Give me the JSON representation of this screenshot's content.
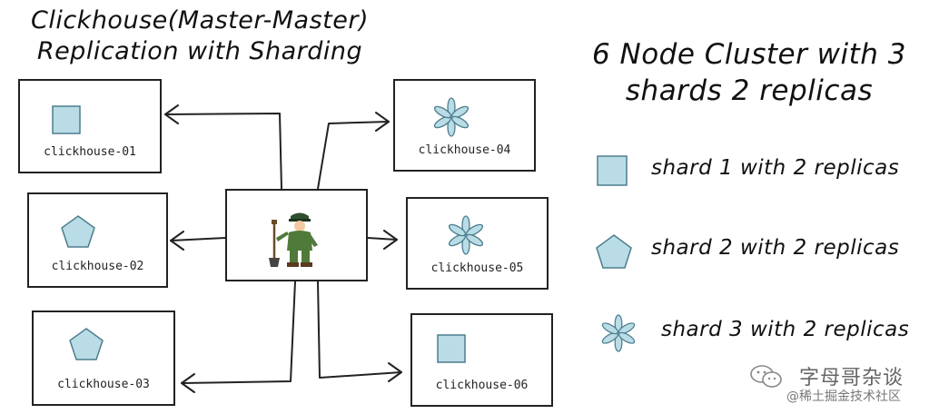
{
  "title": {
    "line1": "Clickhouse(Master-Master)",
    "line2": "Replication with Sharding"
  },
  "cluster": {
    "line1": "6 Node Cluster with 3",
    "line2": "shards 2 replicas"
  },
  "nodes": [
    {
      "label": "clickhouse-01",
      "shape": "square-icon"
    },
    {
      "label": "clickhouse-02",
      "shape": "pentagon-icon"
    },
    {
      "label": "clickhouse-03",
      "shape": "pentagon-icon"
    },
    {
      "label": "clickhouse-04",
      "shape": "asterisk-icon"
    },
    {
      "label": "clickhouse-05",
      "shape": "asterisk-icon"
    },
    {
      "label": "clickhouse-06",
      "shape": "square-icon"
    }
  ],
  "legend": [
    {
      "text": "shard 1 with 2 replicas",
      "shape": "square-icon"
    },
    {
      "text": "shard 2 with 2 replicas",
      "shape": "pentagon-icon"
    },
    {
      "text": "shard 3 with 2 replicas",
      "shape": "asterisk-icon"
    }
  ],
  "coordinator": {
    "icon": "worker-with-shovel-icon"
  },
  "colors": {
    "shape_fill": "#b9dce6",
    "shape_stroke": "#4d7d8e",
    "line": "#222222"
  },
  "watermark": {
    "line1": "字母哥杂谈",
    "line2": "@稀土掘金技术社区"
  }
}
